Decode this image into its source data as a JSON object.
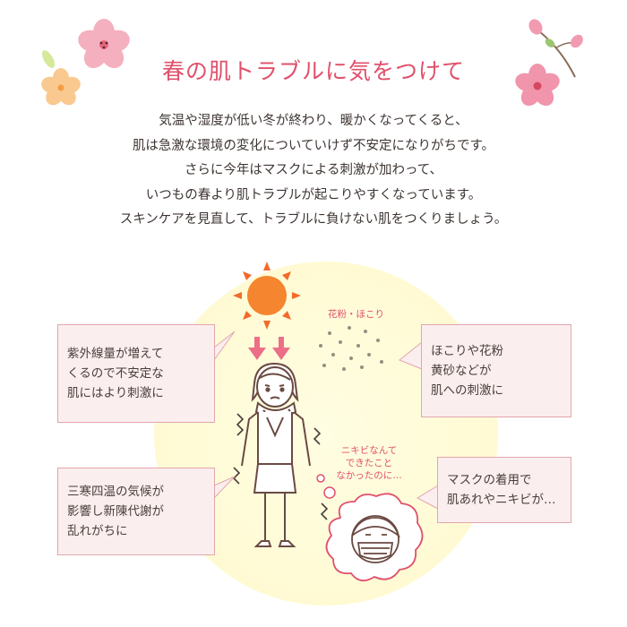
{
  "title": "春の肌トラブルに気をつけて",
  "intro": [
    "気温や湿度が低い冬が終わり、暖かくなってくると、",
    "肌は急激な環境の変化についていけず不安定になりがちです。",
    "さらに今年はマスクによる刺激が加わって、",
    "いつもの春より肌トラブルが起こりやすくなっています。",
    "スキンケアを見直して、トラブルに負けない肌をつくりましょう。"
  ],
  "callouts": {
    "uv": [
      "紫外線量が増えて",
      "くるので不安定な",
      "肌にはより刺激に"
    ],
    "dust": [
      "ほこりや花粉",
      "黄砂などが",
      "肌への刺激に"
    ],
    "temperature": [
      "三寒四温の気候が",
      "影響し新陳代謝が",
      "乱れがちに"
    ],
    "mask": [
      "マスクの着用で",
      "肌あれやニキビが…"
    ]
  },
  "pollen_label": "花粉・ほこり",
  "thought": [
    "ニキビなんて",
    "できたこと",
    "なかったのに…"
  ],
  "colors": {
    "accent": "#e0506a",
    "callout_bg": "#fbeeef",
    "callout_border": "#e2a6ad",
    "sun": "#f26a2a",
    "glow": "#fffbd6"
  },
  "icons": [
    "cherry-blossom-icon",
    "sun-icon",
    "down-arrow-icon",
    "pollen-dots-icon",
    "worried-woman-icon",
    "mask-face-icon"
  ]
}
